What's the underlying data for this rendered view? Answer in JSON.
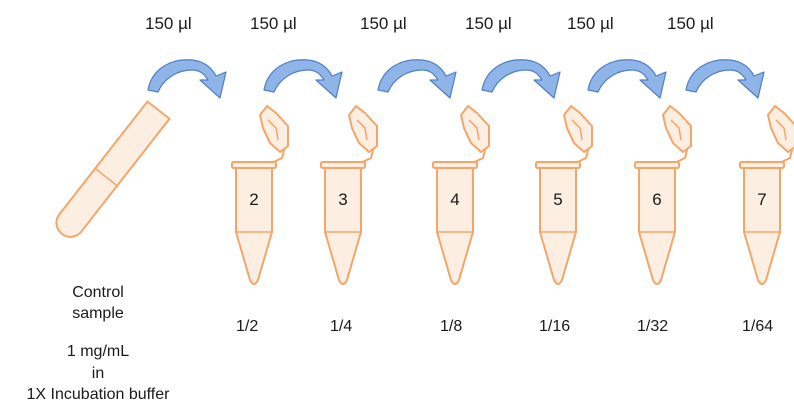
{
  "transfer_volume": "150 µl",
  "transfers": [
    {
      "label": "150 µl"
    },
    {
      "label": "150 µl"
    },
    {
      "label": "150 µl"
    },
    {
      "label": "150 µl"
    },
    {
      "label": "150 µl"
    },
    {
      "label": "150 µl"
    }
  ],
  "tubes": [
    {
      "number": "2",
      "dilution": "1/2"
    },
    {
      "number": "3",
      "dilution": "1/4"
    },
    {
      "number": "4",
      "dilution": "1/8"
    },
    {
      "number": "5",
      "dilution": "1/16"
    },
    {
      "number": "6",
      "dilution": "1/32"
    },
    {
      "number": "7",
      "dilution": "1/64"
    }
  ],
  "control": {
    "line1": "Control",
    "line2": "sample",
    "line3": "1 mg/mL",
    "line4": "in",
    "line5": "1X Incubation buffer"
  },
  "colors": {
    "tube_stroke": "#f4a66a",
    "tube_fill": "#fdeee2",
    "arrow_fill": "#8fb4e8",
    "arrow_stroke": "#4f7fc8",
    "text": "#1a1a1a"
  }
}
